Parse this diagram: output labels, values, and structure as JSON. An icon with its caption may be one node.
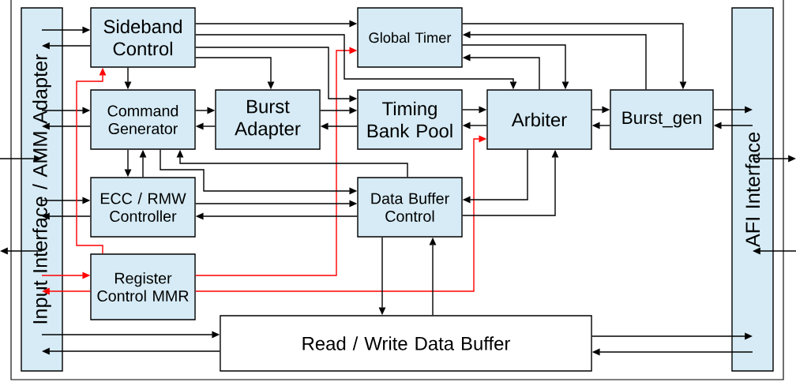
{
  "diagram": {
    "nodes": [
      {
        "text": [
          "Input Interface / AMM Adapter"
        ]
      },
      {
        "text": [
          "Sideband Control"
        ]
      },
      {
        "text": [
          "Global Timer"
        ]
      },
      {
        "text": [
          "Command Generator"
        ]
      },
      {
        "text": [
          "Burst Adapter"
        ]
      },
      {
        "text": [
          "Timing Bank Pool"
        ]
      },
      {
        "text": [
          "Arbiter"
        ]
      },
      {
        "text": [
          "Burst_gen"
        ]
      },
      {
        "text": [
          "AFI Interface"
        ]
      },
      {
        "text": [
          "ECC / RMW Controller"
        ]
      },
      {
        "text": [
          "Data Buffer Control"
        ]
      },
      {
        "text": [
          "Register Control MMR"
        ]
      },
      {
        "text": [
          "Read / Write Data Buffer"
        ]
      }
    ],
    "edges": [
      {
        "from": 0,
        "to": 1,
        "arrow": "to"
      },
      {
        "from": 1,
        "to": 0,
        "arrow": "to"
      },
      {
        "from": 0,
        "to": 3,
        "arrow": "to"
      },
      {
        "from": 3,
        "to": 0,
        "arrow": "to"
      },
      {
        "from": 0,
        "to": 9,
        "arrow": "to"
      },
      {
        "from": 9,
        "to": 0,
        "arrow": "to"
      },
      {
        "from": 0,
        "to": 11,
        "arrow": "to",
        "color": "#ff0000"
      },
      {
        "from": 11,
        "to": 0,
        "arrow": "to",
        "color": "#ff0000"
      },
      {
        "from": 11,
        "to": 6,
        "arrow": "to",
        "color": "#ff0000"
      },
      {
        "from": 11,
        "to": 1,
        "arrow": "to",
        "color": "#ff0000"
      },
      {
        "from": 11,
        "to": 2,
        "arrow": "to",
        "color": "#ff0000"
      },
      {
        "from": 1,
        "to": 2,
        "arrow": "to"
      },
      {
        "from": 1,
        "to": 6,
        "arrow": "to"
      },
      {
        "from": 1,
        "to": 5,
        "arrow": "to"
      },
      {
        "from": 1,
        "to": 4,
        "arrow": "to"
      },
      {
        "from": 1,
        "to": 3,
        "arrow": "to"
      },
      {
        "from": 3,
        "to": 4,
        "arrow": "to"
      },
      {
        "from": 4,
        "to": 3,
        "arrow": "to"
      },
      {
        "from": 4,
        "to": 5,
        "arrow": "to"
      },
      {
        "from": 5,
        "to": 4,
        "arrow": "to"
      },
      {
        "from": 5,
        "to": 6,
        "arrow": "to"
      },
      {
        "from": 6,
        "to": 5,
        "arrow": "to"
      },
      {
        "from": 6,
        "to": 7,
        "arrow": "to"
      },
      {
        "from": 7,
        "to": 6,
        "arrow": "to"
      },
      {
        "from": 7,
        "to": 8,
        "arrow": "to"
      },
      {
        "from": 8,
        "to": 7,
        "arrow": "to"
      },
      {
        "from": 2,
        "to": 7,
        "arrow": "to"
      },
      {
        "from": 7,
        "to": 2,
        "arrow": "to"
      },
      {
        "from": 2,
        "to": 6,
        "arrow": "to"
      },
      {
        "from": 6,
        "to": 2,
        "arrow": "to"
      },
      {
        "from": 3,
        "to": 9,
        "arrow": "to"
      },
      {
        "from": 9,
        "to": 3,
        "arrow": "to"
      },
      {
        "from": 3,
        "to": 10,
        "arrow": "to"
      },
      {
        "from": 10,
        "to": 3,
        "arrow": "to"
      },
      {
        "from": 9,
        "to": 10,
        "arrow": "to"
      },
      {
        "from": 10,
        "to": 9,
        "arrow": "to"
      },
      {
        "from": 6,
        "to": 10,
        "arrow": "to"
      },
      {
        "from": 10,
        "to": 6,
        "arrow": "to"
      },
      {
        "from": 10,
        "to": 12,
        "arrow": "to"
      },
      {
        "from": 12,
        "to": 10,
        "arrow": "to"
      },
      {
        "from": 0,
        "to": 12,
        "arrow": "to"
      },
      {
        "from": 12,
        "to": 0,
        "arrow": "to"
      },
      {
        "from": 12,
        "to": 8,
        "arrow": "to"
      },
      {
        "from": 8,
        "to": 12,
        "arrow": "to"
      },
      {
        "from": null,
        "to": 0,
        "arrow": "to"
      },
      {
        "from": 0,
        "to": null,
        "arrow": "to"
      },
      {
        "from": 8,
        "to": null,
        "arrow": "to"
      },
      {
        "from": null,
        "to": 8,
        "arrow": "to"
      }
    ]
  }
}
